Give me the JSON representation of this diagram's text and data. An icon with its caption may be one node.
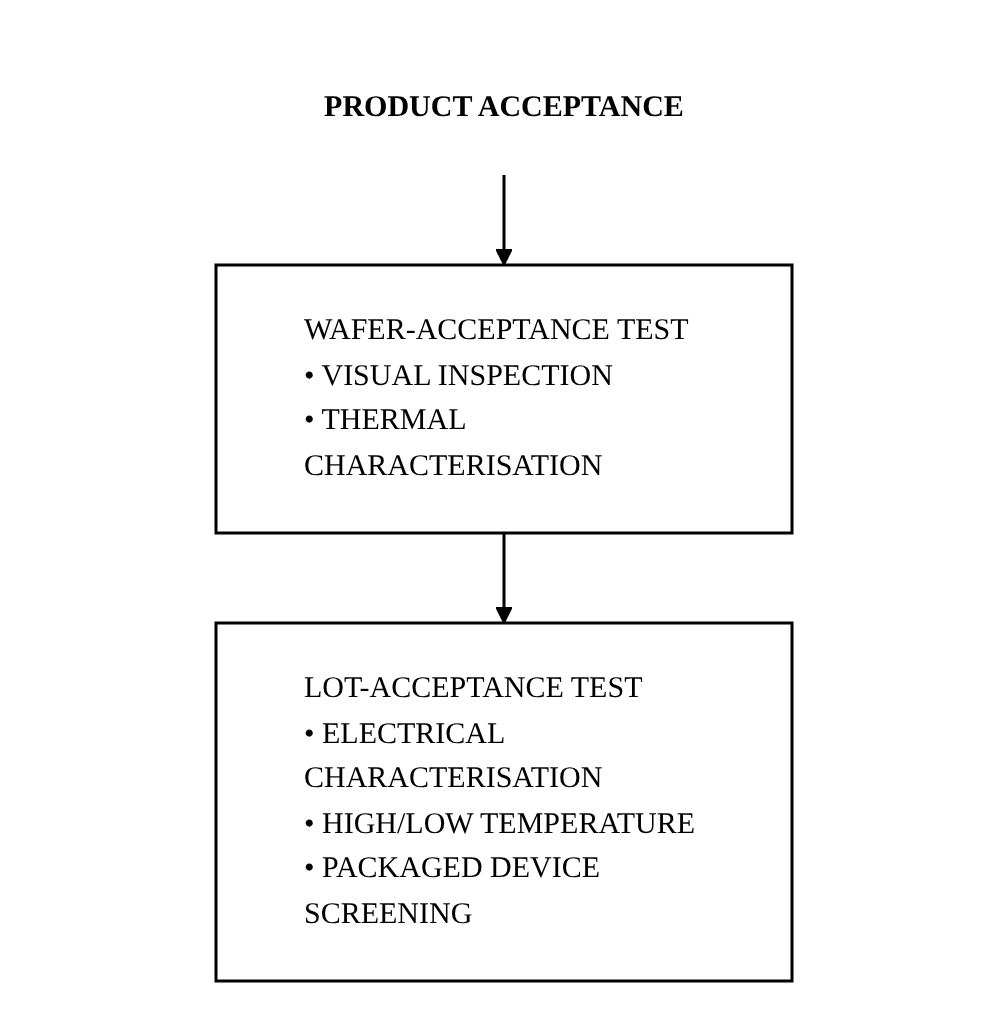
{
  "diagram": {
    "nodes": [
      {
        "text": [
          "PRODUCT ACCEPTANCE"
        ]
      },
      {
        "text": [
          "WAFER-ACCEPTANCE TEST",
          "• VISUAL INSPECTION",
          "• THERMAL CHARACTERISATION"
        ]
      },
      {
        "text": [
          "LOT-ACCEPTANCE TEST",
          "• ELECTRICAL CHARACTERISATION",
          "• HIGH/LOW TEMPERATURE",
          "• PACKAGED DEVICE SCREENING"
        ]
      }
    ],
    "edges": [
      {
        "from": 0,
        "to": 1,
        "arrow": "to"
      },
      {
        "from": 1,
        "to": 2,
        "arrow": "to"
      }
    ]
  }
}
